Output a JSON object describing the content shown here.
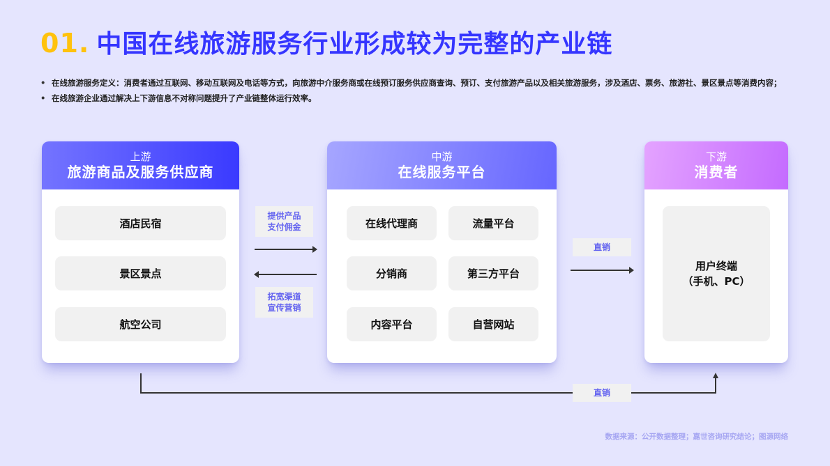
{
  "title": {
    "number": "01",
    "dot": ".",
    "text": "中国在线旅游服务行业形成较为完整的产业链"
  },
  "bullets": [
    "在线旅游服务定义：消费者通过互联网、移动互联网及电话等方式，向旅游中介服务商或在线预订服务供应商查询、预订、支付旅游产品以及相关旅游服务，涉及酒店、票务、旅游社、景区景点等消费内容；",
    "在线旅游企业通过解决上下游信息不对称问题提升了产业链整体运行效率。"
  ],
  "upstream": {
    "sub": "上游",
    "main": "旅游商品及服务供应商",
    "color_start": "#7474ff",
    "color_end": "#3a3aff",
    "items": [
      "酒店民宿",
      "景区景点",
      "航空公司"
    ]
  },
  "midstream": {
    "sub": "中游",
    "main": "在线服务平台",
    "color_start": "#a6a6ff",
    "color_end": "#6666ff",
    "items": [
      "在线代理商",
      "流量平台",
      "分销商",
      "第三方平台",
      "内容平台",
      "自营网站"
    ]
  },
  "downstream": {
    "sub": "下游",
    "main": "消费者",
    "color_start": "#e4a3ff",
    "color_end": "#c46bff",
    "item_line1": "用户终端",
    "item_line2": "（手机、PC）"
  },
  "flows": {
    "up_to_mid": {
      "line1": "提供产品",
      "line2": "支付佣金"
    },
    "mid_to_up": {
      "line1": "拓宽渠道",
      "line2": "宣传营销"
    },
    "mid_to_down": "直销",
    "up_to_down": "直销"
  },
  "source": "数据来源：公开数据整理；嘉世咨询研究结论；图源网络",
  "colors": {
    "background": "#e5e5fe",
    "title_number": "#ffc20e",
    "title_text": "#3535ff",
    "flow_label": "#6464f0"
  }
}
